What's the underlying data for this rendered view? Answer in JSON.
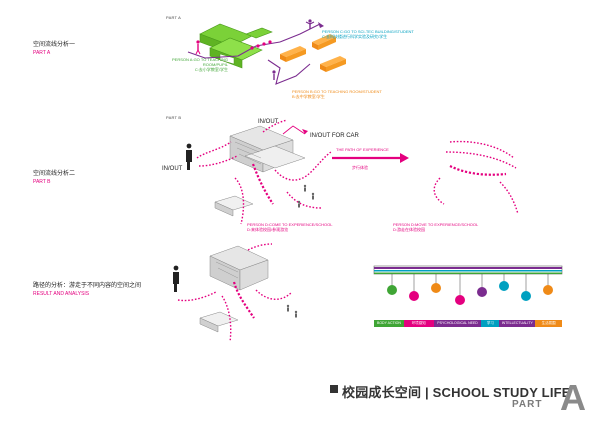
{
  "colors": {
    "magenta": "#e4007f",
    "cyan": "#00a0c0",
    "green": "#3fa535",
    "orange": "#ef8a17",
    "purple": "#7b2c8f",
    "gray": "#888888"
  },
  "section_a": {
    "title": "空间流线分析一",
    "subtitle": "PART A",
    "part_label": "PART A",
    "person_a": {
      "line1": "PERSON A:GO TO TEACHING",
      "line2": "ROOM/PUPIL",
      "line3": "C:去小学教室/学生"
    },
    "person_c": {
      "line1": "PERSON C:GO TO SCI-TEC BUILDING/STUDENT",
      "line2": "C:去科技楼进行科学实验及研究/学生"
    },
    "person_b": {
      "line1": "PERSON B:GO TO TEACHING ROOM/STUDENT",
      "line2": "B:去中学教室/学生"
    }
  },
  "section_b": {
    "title": "空间流线分析二",
    "subtitle": "PART B",
    "part_label": "PART B",
    "in_out_top": "IN/OUT",
    "in_out_left": "IN/OUT",
    "in_out_car": "IN/OUT FOR CAR",
    "experience_en": "THE PATH OF EXPERIENCE",
    "experience_cn": "步行体验",
    "person_d1": {
      "line1": "PERSON D:COME TO EXPERIENCE/SCHOOL",
      "line2": "D:来体验校园/参观游览"
    },
    "person_d2": {
      "line1": "PERSON D:MOVE TO EXPERIENCE/SCHOOL",
      "line2": "D:游走在体验校园"
    }
  },
  "section_c": {
    "title": "路径的分析：游走于不同内容的空间之间",
    "subtitle": "RESULT AND ANALYSIS",
    "legend": [
      {
        "label": "BODY ACTION",
        "color": "#3fa535"
      },
      {
        "label": "环境感知",
        "color": "#e4007f"
      },
      {
        "label": "PSYCHOLOGICAL NEED",
        "color": "#7b2c8f"
      },
      {
        "label": "学习",
        "color": "#00a0c0"
      },
      {
        "label": "INTELLECTUALITY",
        "color": "#7b2c8f"
      },
      {
        "label": "生活氛围",
        "color": "#ef8a17"
      }
    ]
  },
  "footer": {
    "title": "校园成长空间 | SCHOOL STUDY LIFE",
    "part_word": "PART",
    "part_letter": "A"
  }
}
